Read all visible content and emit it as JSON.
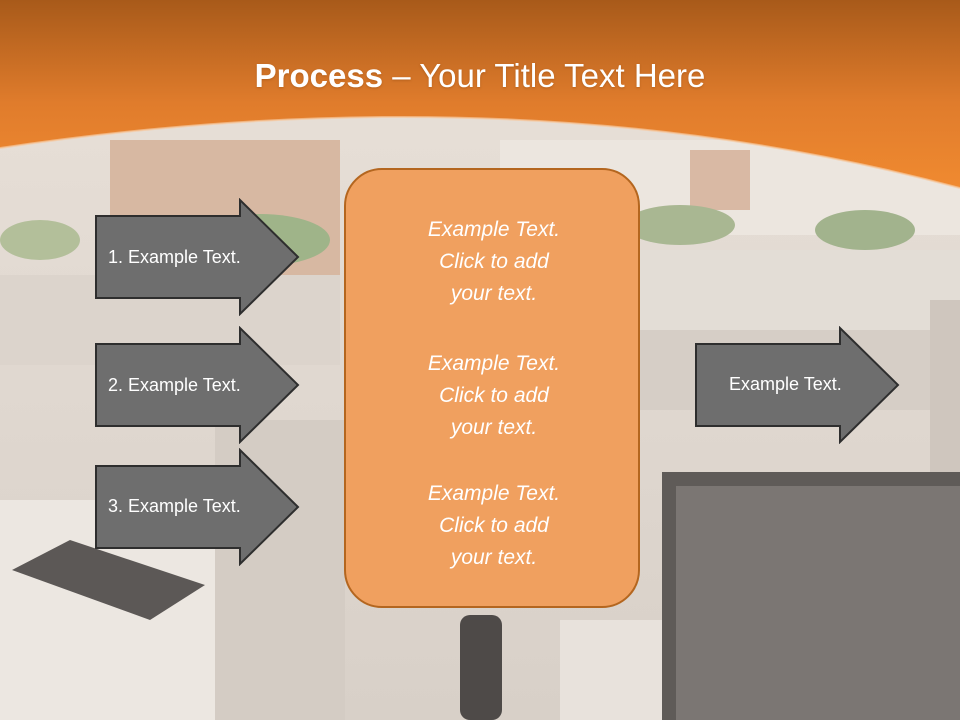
{
  "title": {
    "bold": "Process",
    "rest": " – Your Title Text Here"
  },
  "left_arrows": [
    {
      "label": "1. Example Text."
    },
    {
      "label": "2. Example Text."
    },
    {
      "label": "3. Example Text."
    }
  ],
  "center_panel": {
    "blocks": [
      {
        "lines": [
          "Example Text.",
          "Click  to add",
          "your text."
        ]
      },
      {
        "lines": [
          "Example Text.",
          "Click  to add",
          "your text."
        ]
      },
      {
        "lines": [
          "Example Text.",
          "Click  to add",
          "your text."
        ]
      }
    ]
  },
  "right_arrow": {
    "label": "Example Text."
  },
  "colors": {
    "banner_top": "#a85a1a",
    "banner_bottom": "#f08a30",
    "panel_fill": "#f0a05f",
    "panel_border": "#b4661f",
    "arrow_fill": "#6e6e6e",
    "arrow_border": "#2e2e2e"
  }
}
